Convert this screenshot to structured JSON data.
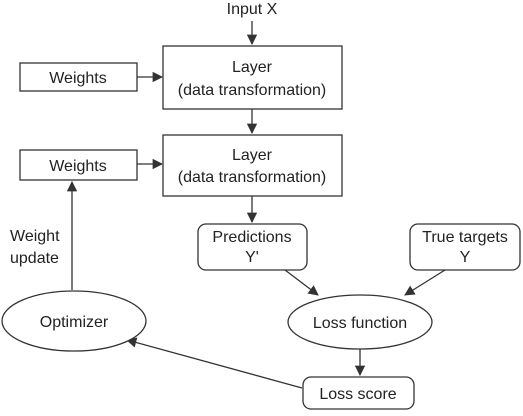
{
  "colors": {
    "stroke": "#333333",
    "text": "#222222",
    "background": "#ffffff"
  },
  "nodes": {
    "input": {
      "label": "Input X"
    },
    "layer1": {
      "line1": "Layer",
      "line2": "(data transformation)"
    },
    "weights1": {
      "label": "Weights"
    },
    "layer2": {
      "line1": "Layer",
      "line2": "(data transformation)"
    },
    "weights2": {
      "label": "Weights"
    },
    "predictions": {
      "line1": "Predictions",
      "line2": "Y'"
    },
    "true_targets": {
      "line1": "True targets",
      "line2": "Y"
    },
    "optimizer": {
      "label": "Optimizer"
    },
    "loss_function": {
      "label": "Loss function"
    },
    "loss_score": {
      "label": "Loss score"
    },
    "weight_update": {
      "line1": "Weight",
      "line2": "update"
    }
  }
}
